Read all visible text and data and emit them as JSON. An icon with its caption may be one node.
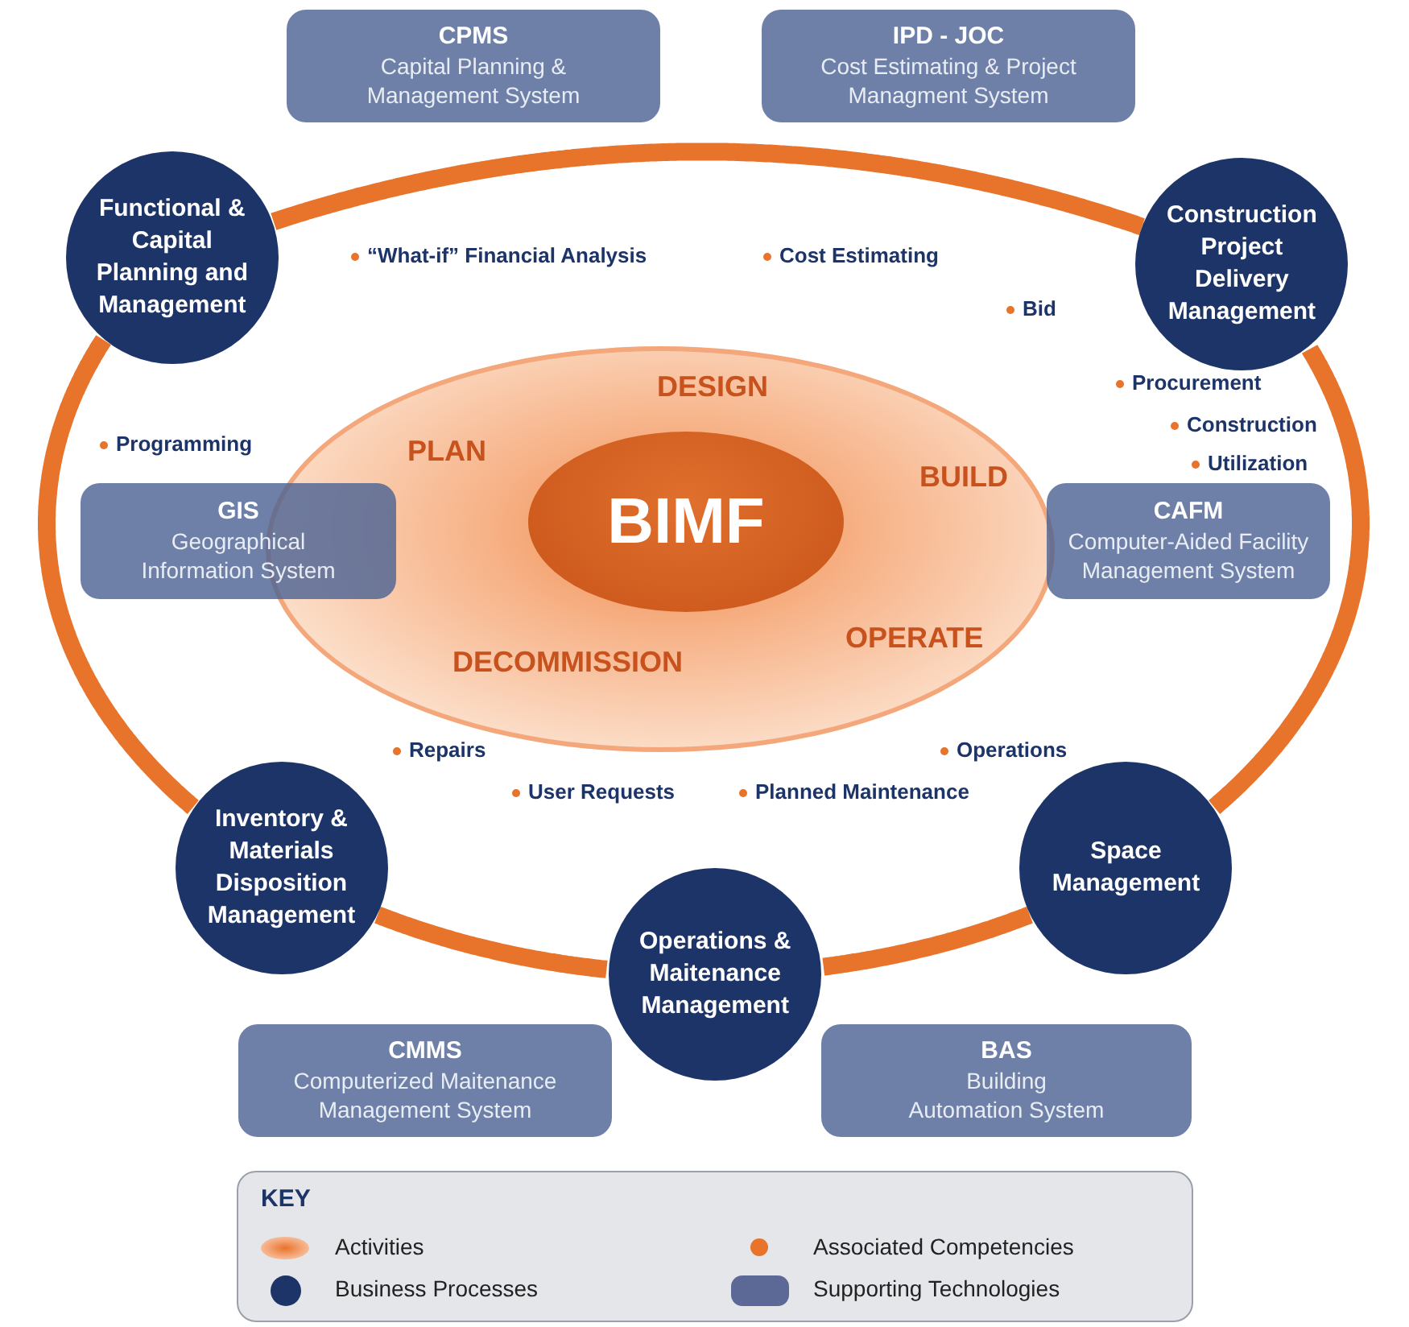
{
  "diagram": {
    "nodes": [
      {
        "text": [
          "DESIGN",
          "PLAN",
          "BUILD",
          "DECOMMISSION",
          "OPERATE"
        ]
      },
      {
        "text": [
          "BIMF"
        ],
        "in": 0
      },
      {
        "text": [
          "Functional & Capital Planning and Management"
        ]
      },
      {
        "text": [
          "Construction Project Delivery Management"
        ]
      },
      {
        "text": [
          "Inventory & Materials Disposition Management"
        ]
      },
      {
        "text": [
          "Operations & Maitenance Management"
        ]
      },
      {
        "text": [
          "Space Management"
        ]
      },
      {
        "text": [
          "CPMS",
          "Capital Planning & Management System"
        ]
      },
      {
        "text": [
          "IPD - JOC",
          "Cost Estimating & Project Managment System"
        ]
      },
      {
        "text": [
          "GIS",
          "Geographical Information System"
        ]
      },
      {
        "text": [
          "CAFM",
          "Computer-Aided Facility Management System"
        ]
      },
      {
        "text": [
          "CMMS",
          "Computerized Maitenance Management System"
        ]
      },
      {
        "text": [
          "BAS",
          "Building Automation System"
        ]
      }
    ],
    "edges": [
      {
        "from": 2,
        "to": 3,
        "arrow": "none"
      },
      {
        "from": 3,
        "to": 6,
        "arrow": "none"
      },
      {
        "from": 6,
        "to": 5,
        "arrow": "none"
      },
      {
        "from": 5,
        "to": 4,
        "arrow": "none"
      },
      {
        "from": 4,
        "to": 2,
        "arrow": "none"
      }
    ],
    "labels": [
      "“What-if” Financial Analysis",
      "Cost Estimating",
      "Bid",
      "Procurement",
      "Programming",
      "Construction",
      "Utilization",
      "Repairs",
      "Operations",
      "User Requests",
      "Planned Maintenance",
      "KEY"
    ],
    "legend": [
      {
        "text": "Activities"
      },
      {
        "text": "Business Processes"
      },
      {
        "text": "Associated Competencies"
      },
      {
        "text": "Supporting Technologies"
      }
    ]
  }
}
